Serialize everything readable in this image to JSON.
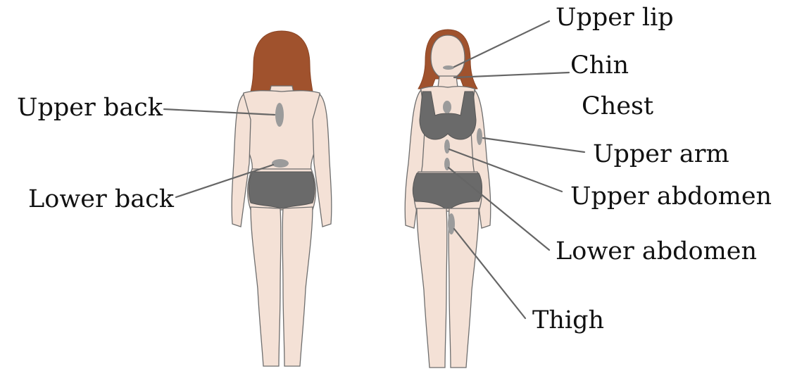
{
  "colors": {
    "skin": "#f4e1d6",
    "hair": "#a0522d",
    "underwear": "#6a6a6a",
    "spot": "#9b9b9b",
    "leader": "#666666"
  },
  "figures": {
    "back_view": {
      "labels": {
        "upper_back": "Upper back",
        "lower_back": "Lower back"
      }
    },
    "front_view": {
      "labels": {
        "upper_lip": "Upper lip",
        "chin": "Chin",
        "chest": "Chest",
        "upper_arm": "Upper arm",
        "upper_abdomen": "Upper abdomen",
        "lower_abdomen": "Lower abdomen",
        "thigh": "Thigh"
      }
    }
  }
}
